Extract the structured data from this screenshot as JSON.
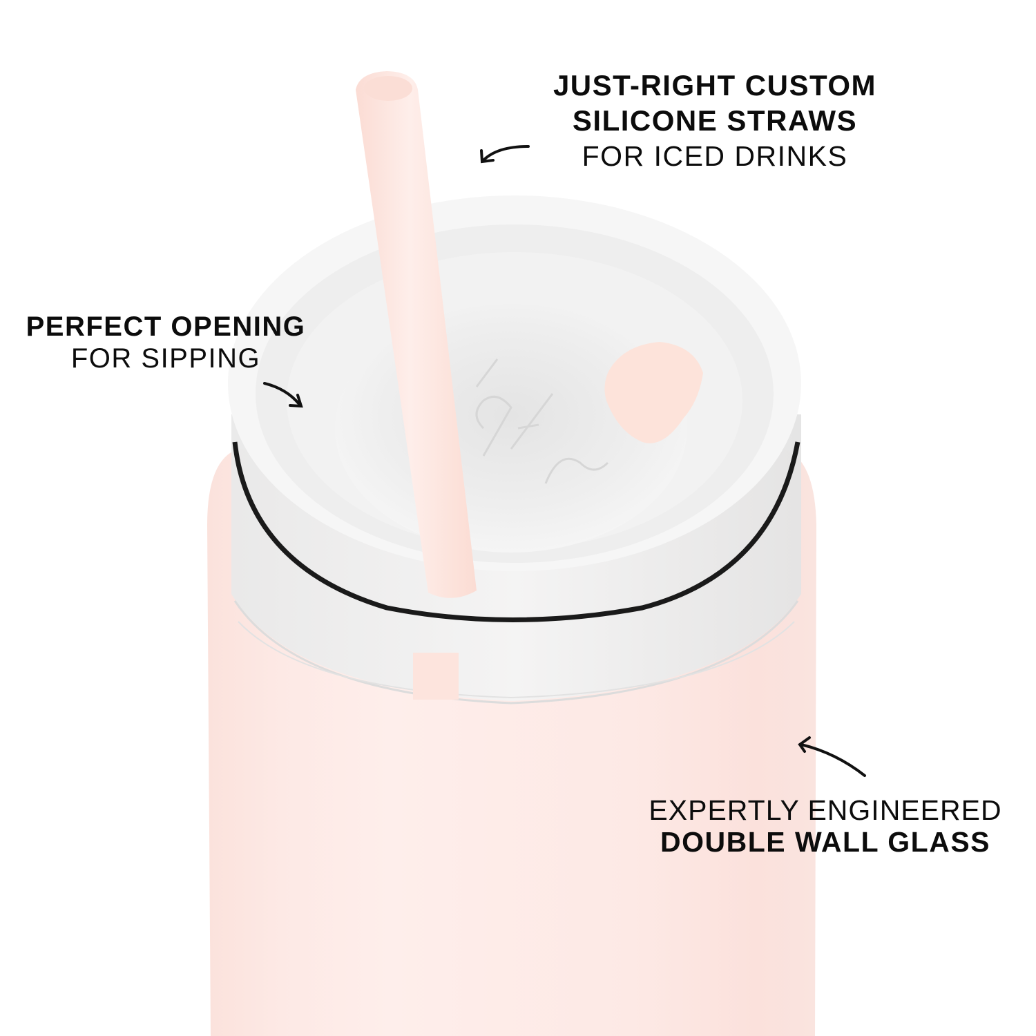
{
  "image": {
    "subject": "Pink double wall glass tumbler with clear lid and silicone straw",
    "colors": {
      "background": "#ffffff",
      "sleeve_pink": "#fde7e3",
      "straw_pink": "#fde3dc",
      "lid_white": "#f2f2f2",
      "lid_inner": "#e6e6e6",
      "rim_dark": "#1a1a1a",
      "text": "#0c0c0c"
    }
  },
  "callouts": {
    "straws": {
      "line1": "JUST-RIGHT CUSTOM",
      "line2": "SILICONE STRAWS",
      "line3": "FOR ICED DRINKS",
      "arrow": "arrow-curved-left-icon"
    },
    "opening": {
      "line1": "PERFECT OPENING",
      "line2": "FOR SIPPING",
      "arrow": "arrow-curved-down-right-icon"
    },
    "glass": {
      "line1": "EXPERTLY ENGINEERED",
      "line2": "DOUBLE WALL GLASS",
      "arrow": "arrow-curved-up-left-icon"
    }
  }
}
